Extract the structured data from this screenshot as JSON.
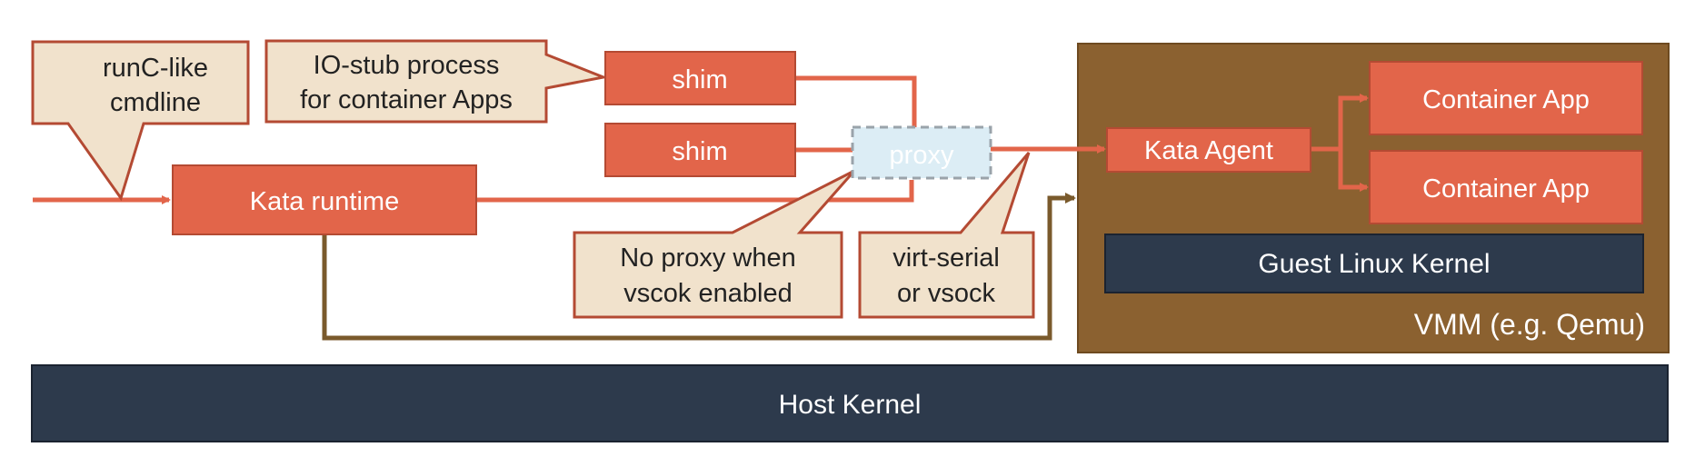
{
  "colors": {
    "orange": "#e2654a",
    "orange_border": "#b44a33",
    "callout_fill": "#f1e2cc",
    "callout_border": "#b44a33",
    "navy": "#2d3a4c",
    "vmm_brown": "#8b6130",
    "proxy_fill": "#dcedf5",
    "proxy_border": "#9aa3aa"
  },
  "callouts": {
    "runc": {
      "line1": "runC-like",
      "line2": "cmdline"
    },
    "io_stub": {
      "line1": "IO-stub process",
      "line2": "for container Apps"
    },
    "no_proxy": {
      "line1": "No proxy when",
      "line2": "vscok enabled"
    },
    "virt_serial": {
      "line1": "virt-serial",
      "line2": "or vsock"
    }
  },
  "boxes": {
    "shim_top": "shim",
    "shim_bottom": "shim",
    "proxy": "proxy",
    "kata_runtime": "Kata runtime",
    "kata_agent": "Kata Agent",
    "container_app_1": "Container App",
    "container_app_2": "Container App",
    "guest_kernel": "Guest Linux Kernel",
    "vmm": "VMM (e.g. Qemu)",
    "host_kernel": "Host Kernel"
  }
}
